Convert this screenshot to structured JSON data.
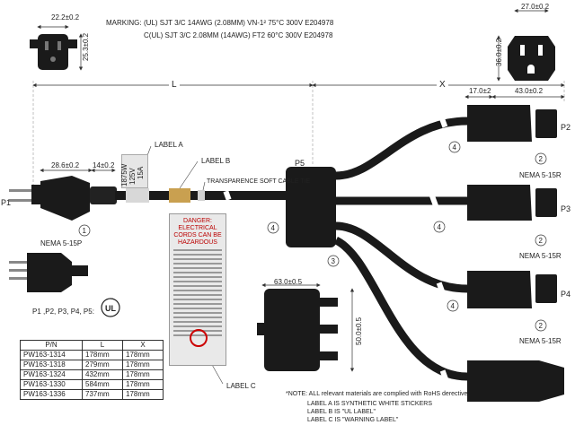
{
  "marking": {
    "label": "MARKING:",
    "line1": "(UL) SJT  3/C  14AWG (2.08MM)  VN-1² 75°C   300V   E204978",
    "line2": "C(UL) SJT  3/C  2.08MM (14AWG)  FT2  60°C   300V   E204978"
  },
  "dims": {
    "plug_width": "22.2±0.2",
    "plug_height": "25.3±0.2",
    "recept_width": "27.0±0.2",
    "recept_height": "36.0±0.2",
    "plug_len": "28.6±0.2",
    "plug_neck": "14±0.2",
    "len_L": "L",
    "len_X": "X",
    "recept_body": "17.0±2",
    "recept_len": "43.0±0.2",
    "split_width": "63.0±0.5",
    "split_height": "50.0±0.5"
  },
  "labels": {
    "label_a": "LABEL A",
    "label_b": "LABEL B",
    "label_c": "LABEL C",
    "tie": "TRANSPARENCE SOFT CABLE TIE",
    "label_a_text": [
      "125V",
      "15A",
      "1875W"
    ],
    "warning_title": "DANGER: ELECTRICAL CORDS CAN BE HAZARDOUS"
  },
  "ports": {
    "p1": "P1",
    "p2": "P2",
    "p3": "P3",
    "p4": "P4",
    "p5": "P5",
    "nema_plug": "NEMA 5-15P",
    "nema_recept": "NEMA 5-15R",
    "cert_line": "P1 ,P2, P3, P4, P5:"
  },
  "callouts": [
    "1",
    "2",
    "3",
    "4"
  ],
  "table": {
    "headers": [
      "P/N",
      "L",
      "X"
    ],
    "rows": [
      [
        "PW163-1314",
        "178mm",
        "178mm"
      ],
      [
        "PW163-1318",
        "279mm",
        "178mm"
      ],
      [
        "PW163-1324",
        "432mm",
        "178mm"
      ],
      [
        "PW163-1330",
        "584mm",
        "178mm"
      ],
      [
        "PW163-1336",
        "737mm",
        "178mm"
      ]
    ]
  },
  "notes": {
    "note1": "*NOTE: ALL relevant materials are complied with RoHS derective.",
    "note2": "LABEL A IS SYNTHETIC WHITE STICKERS",
    "note3": "LABEL B IS \"UL LABEL\"",
    "note4": "LABEL C IS \"WARNING LABEL\""
  },
  "ul_mark": "UL"
}
